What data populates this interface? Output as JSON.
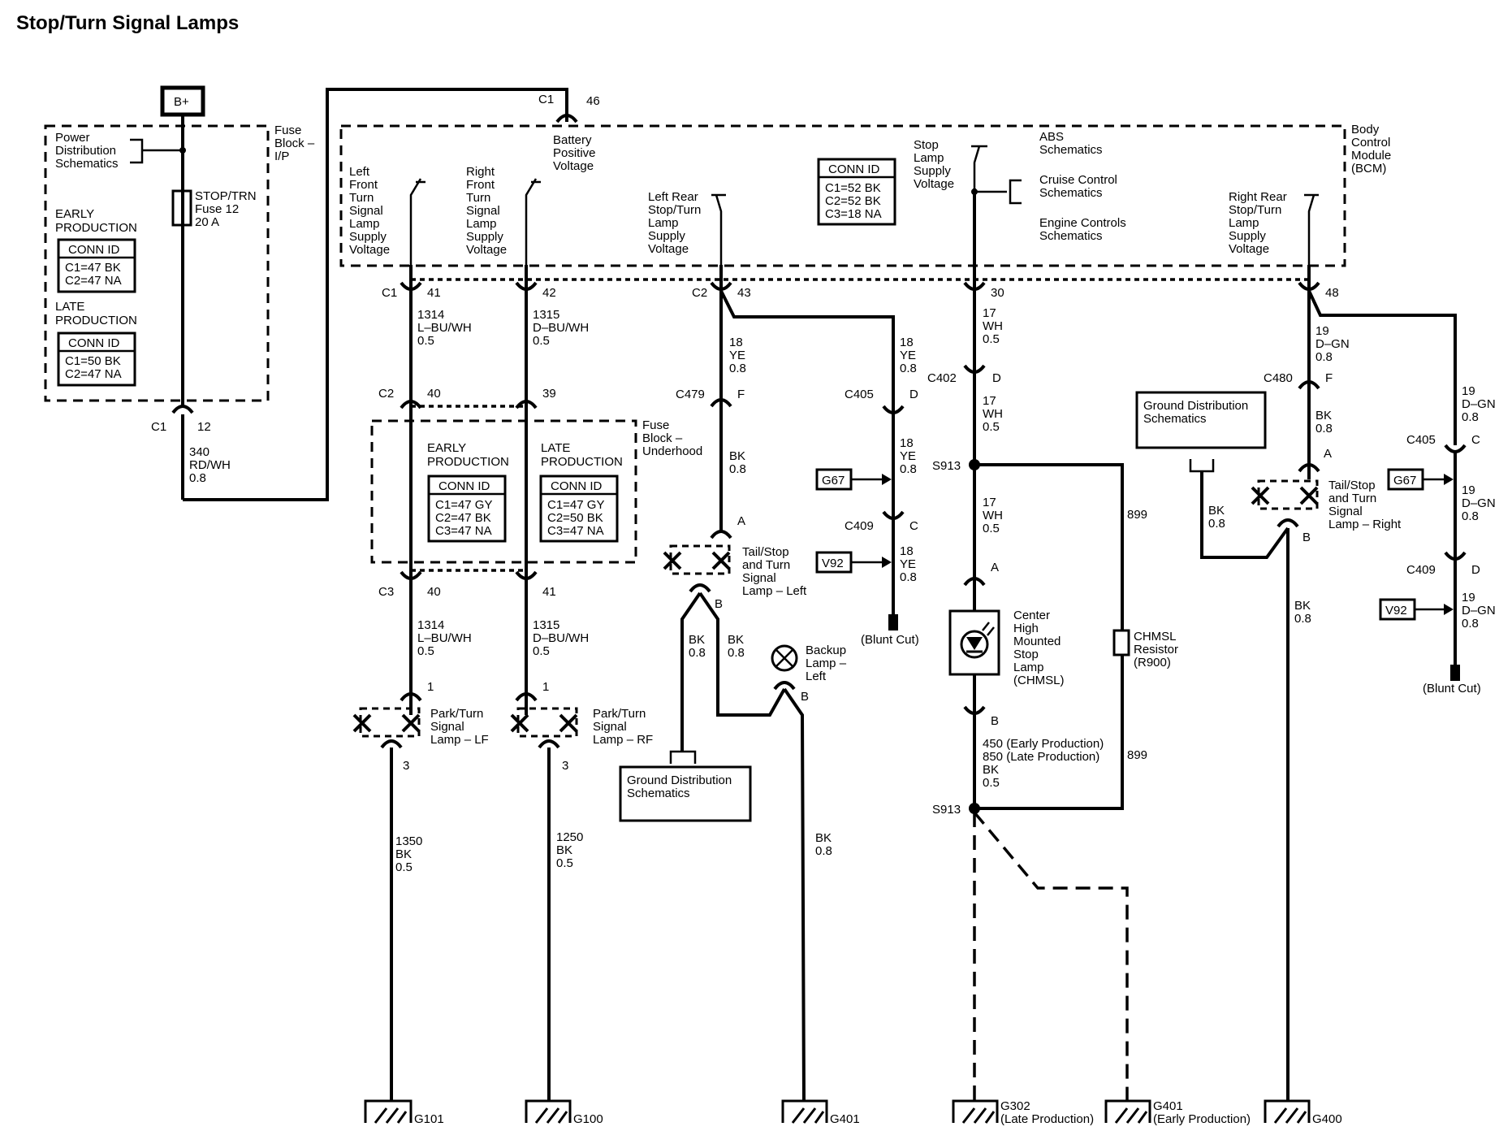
{
  "title": "Stop/Turn Signal Lamps",
  "bplus": "B+",
  "pdist": [
    "Power",
    "Distribution",
    "Schematics"
  ],
  "fuse_ip": [
    "Fuse",
    "Block –",
    "I/P"
  ],
  "fuse12": [
    "STOP/TRN",
    "Fuse 12",
    "20 A"
  ],
  "early_prod": [
    "EARLY",
    "PRODUCTION"
  ],
  "late_prod": [
    "LATE",
    "PRODUCTION"
  ],
  "conn_id": "CONN ID",
  "conn_ip_early": [
    "C1=47 BK",
    "C2=47 NA"
  ],
  "conn_ip_late": [
    "C1=50 BK",
    "C2=47 NA"
  ],
  "c1_12": [
    "C1",
    "12"
  ],
  "w340": [
    "340",
    "RD/WH",
    "0.8"
  ],
  "c1_46": [
    "C1",
    "46"
  ],
  "battery": [
    "Battery",
    "Positive",
    "Voltage"
  ],
  "bcm": [
    "Body",
    "Control",
    "Module",
    "(BCM)"
  ],
  "bcm_conn": [
    "C1=52 BK",
    "C2=52 BK",
    "C3=18 NA"
  ],
  "lf_supply": [
    "Left",
    "Front",
    "Turn",
    "Signal",
    "Lamp",
    "Supply",
    "Voltage"
  ],
  "rf_supply": [
    "Right",
    "Front",
    "Turn",
    "Signal",
    "Lamp",
    "Supply",
    "Voltage"
  ],
  "lr_supply": [
    "Left Rear",
    "Stop/Turn",
    "Lamp",
    "Supply",
    "Voltage"
  ],
  "stop_supply": [
    "Stop",
    "Lamp",
    "Supply",
    "Voltage"
  ],
  "abs": [
    "ABS",
    "Schematics"
  ],
  "cruise": [
    "Cruise Control",
    "Schematics"
  ],
  "engine": [
    "Engine Controls",
    "Schematics"
  ],
  "rr_supply": [
    "Right Rear",
    "Stop/Turn",
    "Lamp",
    "Supply",
    "Voltage"
  ],
  "pins": {
    "c1": "C1",
    "p41": "41",
    "p42": "42",
    "c2": "C2",
    "p43": "43",
    "p30": "30",
    "p48": "48",
    "p40": "40",
    "p39": "39",
    "c3": "C3",
    "p40b": "40",
    "p41b": "41",
    "p1a": "1",
    "p1b": "1",
    "p3a": "3",
    "p3b": "3"
  },
  "w1314": [
    "1314",
    "L–BU/WH",
    "0.5"
  ],
  "w1315": [
    "1315",
    "D–BU/WH",
    "0.5"
  ],
  "w18a": [
    "18",
    "YE",
    "0.8"
  ],
  "w18b": [
    "18",
    "YE",
    "0.8"
  ],
  "w18c": [
    "18",
    "YE",
    "0.8"
  ],
  "w18d": [
    "18",
    "YE",
    "0.8"
  ],
  "w17a": [
    "17",
    "WH",
    "0.5"
  ],
  "w17b": [
    "17",
    "WH",
    "0.5"
  ],
  "w17c": [
    "17",
    "WH",
    "0.5"
  ],
  "w19a": [
    "19",
    "D–GN",
    "0.8"
  ],
  "w19b": [
    "19",
    "D–GN",
    "0.8"
  ],
  "w19c": [
    "19",
    "D–GN",
    "0.8"
  ],
  "w19d": [
    "19",
    "D–GN",
    "0.8"
  ],
  "fuse_uh": [
    "Fuse",
    "Block –",
    "Underhood"
  ],
  "conn_uh_early": [
    "C1=47 GY",
    "C2=47 BK",
    "C3=47 NA"
  ],
  "conn_uh_late": [
    "C1=47 GY",
    "C2=50 BK",
    "C3=47 NA"
  ],
  "c479": [
    "C479",
    "F"
  ],
  "c405a": [
    "C405",
    "D"
  ],
  "c409a": [
    "C409",
    "C"
  ],
  "c402": [
    "C402",
    "D"
  ],
  "c480": [
    "C480",
    "F"
  ],
  "c405b": [
    "C405",
    "C"
  ],
  "c409b": [
    "C409",
    "D"
  ],
  "bk08": [
    "BK",
    "0.8"
  ],
  "g67": "G67",
  "v92": "V92",
  "blunt": "(Blunt Cut)",
  "s913": "S913",
  "w899": "899",
  "tail_l": [
    "Tail/Stop",
    "and Turn",
    "Signal",
    "Lamp – Left"
  ],
  "tail_r": [
    "Tail/Stop",
    "and Turn",
    "Signal",
    "Lamp – Right"
  ],
  "backup": [
    "Backup",
    "Lamp –",
    "Left"
  ],
  "park_lf": [
    "Park/Turn",
    "Signal",
    "Lamp – LF"
  ],
  "park_rf": [
    "Park/Turn",
    "Signal",
    "Lamp – RF"
  ],
  "gnd_dist": [
    "Ground Distribution",
    "Schematics"
  ],
  "chmsl": [
    "Center",
    "High",
    "Mounted",
    "Stop",
    "Lamp",
    "(CHMSL)"
  ],
  "chmsl_res": [
    "CHMSL",
    "Resistor",
    "(R900)"
  ],
  "w450": [
    "450 (Early Production)",
    "850 (Late Production)",
    "BK",
    "0.5"
  ],
  "w1350": [
    "1350",
    "BK",
    "0.5"
  ],
  "w1250": [
    "1250",
    "BK",
    "0.5"
  ],
  "pinA": "A",
  "pinB": "B",
  "grounds": [
    "G101",
    "G100",
    "G401",
    "G302",
    "(Late Production)",
    "G401",
    "(Early Production)",
    "G400"
  ]
}
